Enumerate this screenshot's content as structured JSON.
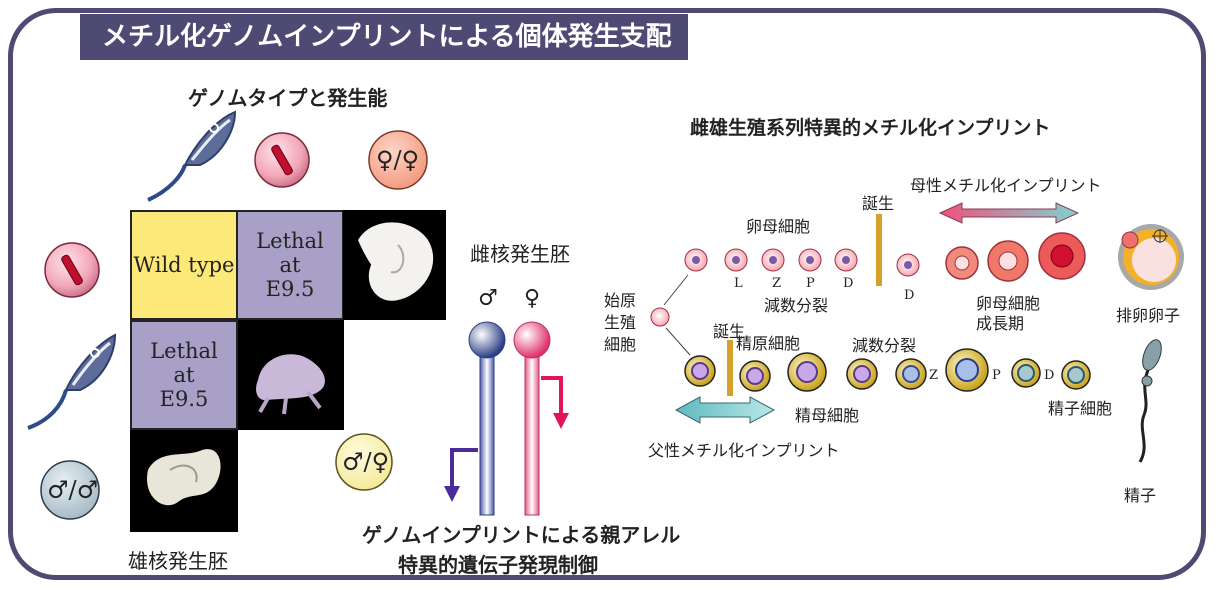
{
  "title": "メチル化ゲノムインプリントによる個体発生支配",
  "left_panel": {
    "heading": "ゲノムタイプと発生能",
    "ff_symbol": "♀/♀",
    "mm_symbol": "♂/♂",
    "mf_symbol": "♂/♀",
    "grid": {
      "wild_type": "Wild type",
      "lethal_1": "Lethal\nat\nE9.5",
      "lethal_2": "Lethal\nat\nE9.5"
    },
    "gynogenetic_label": "雌核発生胚",
    "androgenetic_label": "雄核発生胚",
    "male_sign": "♂",
    "female_sign": "♀",
    "bottom_caption_1": "ゲノムインプリントによる親アレル",
    "bottom_caption_2": "特異的遺伝子発現制御"
  },
  "right_panel": {
    "heading": "雌雄生殖系列特異的メチル化インプリント",
    "maternal_imprint": "母性メチル化インプリント",
    "paternal_imprint": "父性メチル化インプリント",
    "birth_1": "誕生",
    "birth_2": "誕生",
    "oocyte": "卵母細胞",
    "meiosis_1": "減数分裂",
    "meiosis_2": "減数分裂",
    "primordial_1": "始原",
    "primordial_2": "生殖",
    "primordial_3": "細胞",
    "oocyte_growth_1": "卵母細胞",
    "oocyte_growth_2": "成長期",
    "ovulated_egg": "排卵卵子",
    "spermatogonia": "精原細胞",
    "spermatocyte": "精母細胞",
    "spermatid": "精子細胞",
    "sperm": "精子",
    "stage_L": "L",
    "stage_Z": "Z",
    "stage_P": "P",
    "stage_D": "D",
    "stage_D2": "D",
    "stage_Z2": "Z",
    "stage_P2": "P",
    "stage_D3": "D"
  },
  "colors": {
    "frame": "#4e4a74",
    "wild_type_fill": "#fde97a",
    "lethal_fill": "#a9a0c8",
    "birth_bar": "#d6a12a",
    "paternal_arrow": "#4b2a9a",
    "maternal_arrow": "#e0155a"
  }
}
